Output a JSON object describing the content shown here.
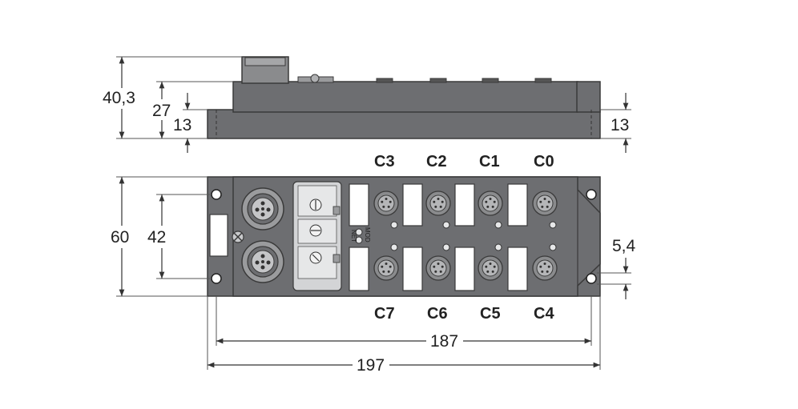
{
  "dimensions": {
    "overall_height": "40,3",
    "body_height": "27",
    "base_height_left": "13",
    "base_height_right": "13",
    "depth": "60",
    "hole_spacing": "42",
    "hole_diameter": "5,4",
    "mounting_distance": "187",
    "overall_length": "197"
  },
  "ports": {
    "top_row": [
      "C3",
      "C2",
      "C1",
      "C0"
    ],
    "bottom_row": [
      "C7",
      "C6",
      "C5",
      "C4"
    ]
  },
  "leds": {
    "mod": "MOD",
    "net": "NET"
  }
}
